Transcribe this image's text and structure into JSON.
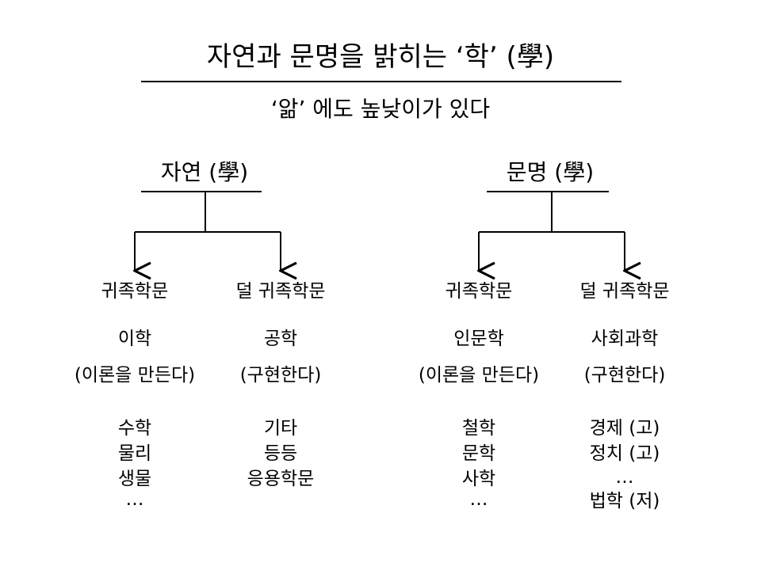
{
  "title": "자연과 문명을 밝히는 ‘학’ (學)",
  "subtitle": "‘앎’ 에도 높낮이가 있다",
  "branches": [
    {
      "title": "자연 (學)",
      "children": [
        {
          "label": "귀족학문",
          "field": "이학",
          "desc": "(이론을 만든다)",
          "items": [
            "수학",
            "물리",
            "생물",
            "…"
          ]
        },
        {
          "label": "덜 귀족학문",
          "field": "공학",
          "desc": "(구현한다)",
          "items": [
            "기타",
            "등등",
            "응용학문"
          ]
        }
      ]
    },
    {
      "title": "문명 (學)",
      "children": [
        {
          "label": "귀족학문",
          "field": "인문학",
          "desc": "(이론을 만든다)",
          "items": [
            "철학",
            "문학",
            "사학",
            "…"
          ]
        },
        {
          "label": "덜 귀족학문",
          "field": "사회과학",
          "desc": "(구현한다)",
          "items": [
            "경제 (고)",
            "정치 (고)",
            "…",
            "법학 (저)"
          ]
        }
      ]
    }
  ]
}
